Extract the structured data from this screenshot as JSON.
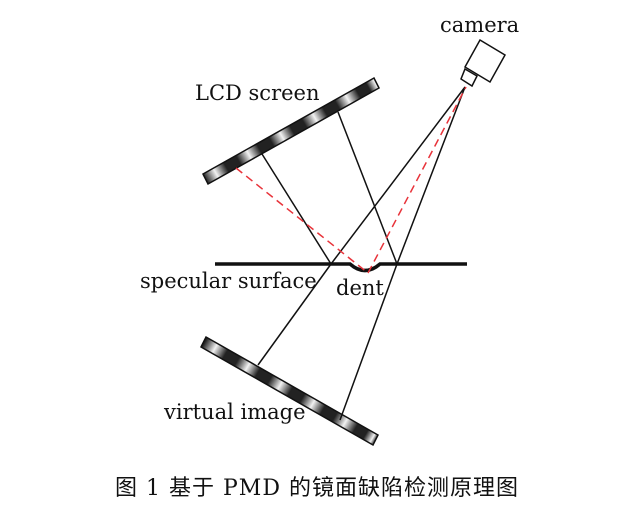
{
  "labels": {
    "camera": "camera",
    "lcd_screen": "LCD screen",
    "specular_surface": "specular surface",
    "dent": "dent",
    "virtual_image": "virtual image"
  },
  "caption": "图 1   基于 PMD 的镜面缺陷检测原理图",
  "colors": {
    "line": "#111111",
    "dashed": "#e8333a",
    "background": "#ffffff"
  }
}
